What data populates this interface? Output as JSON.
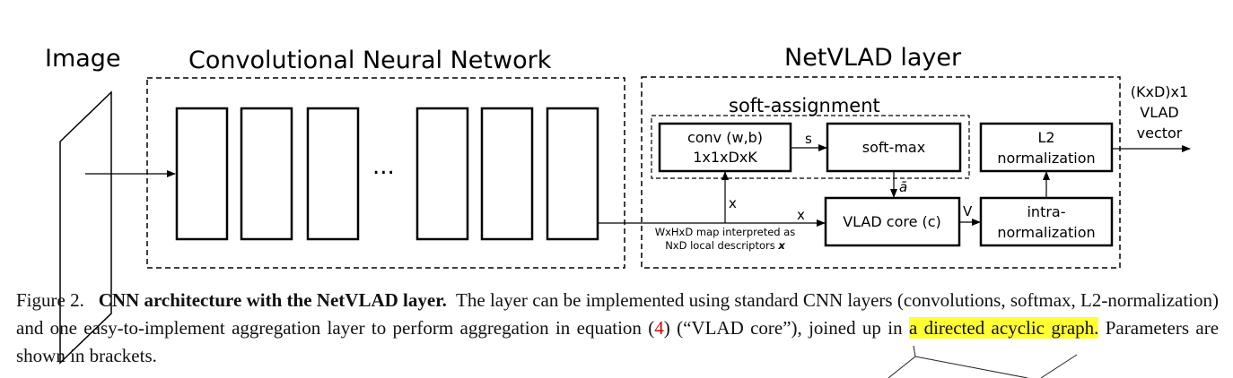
{
  "diagram": {
    "titles": {
      "image": "Image",
      "cnn": "Convolutional Neural Network",
      "netvlad": "NetVLAD layer",
      "soft_assignment": "soft-assignment"
    },
    "cnn_ellipsis": "...",
    "boxes": {
      "conv_line1": "conv (w,b)",
      "conv_line2": "1x1xDxK",
      "softmax": "soft-max",
      "l2_line1": "L2",
      "l2_line2": "normalization",
      "vlad_core": "VLAD core (c)",
      "intra_line1": "intra-",
      "intra_line2": "normalization"
    },
    "edge_labels": {
      "s": "s",
      "a_bar": "ā",
      "x_up": "x",
      "x_right": "x",
      "v": "V"
    },
    "map_note_line1": "WxHxD map interpreted as",
    "map_note_line2": "NxD local descriptors",
    "map_note_symbol": "x",
    "output_line1": "(KxD)x1",
    "output_line2": "VLAD",
    "output_line3": "vector"
  },
  "caption": {
    "figure_label": "Figure 2.",
    "bold_title": "CNN architecture with the NetVLAD layer.",
    "text_part1": "The layer can be implemented using standard CNN layers (convolutions, softmax, L2-normalization) and one easy-to-implement aggregation layer to perform aggregation in equation (",
    "eq_ref": "4",
    "text_part2": ") (“VLAD core”), joined up in",
    "highlighted": "a directed acyclic graph.",
    "text_part3": "Parameters are shown in brackets."
  }
}
